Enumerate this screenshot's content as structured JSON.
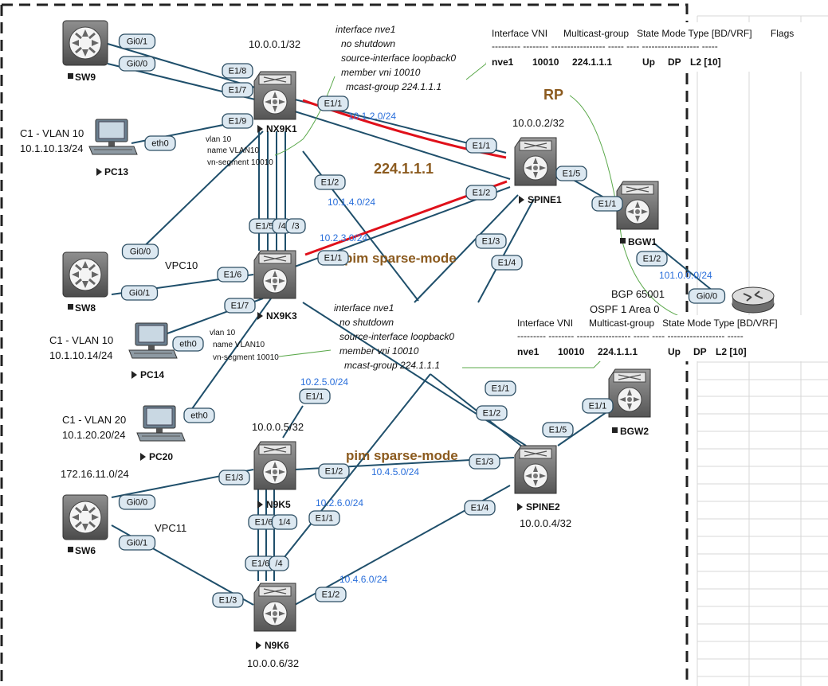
{
  "nodes": {
    "sw9": "SW9",
    "sw8": "SW8",
    "sw6": "SW6",
    "nx9k1": "NX9K1",
    "nx9k3": "NX9K3",
    "n9k5": "N9K5",
    "n9k6": "N9K6",
    "spine1": "SPINE1",
    "spine2": "SPINE2",
    "bgw1": "BGW1",
    "bgw2": "BGW2",
    "pc13": "PC13",
    "pc14": "PC14",
    "pc20": "PC20"
  },
  "loopbacks": {
    "nx9k1": "10.0.0.1/32",
    "spine1": "10.0.0.2/32",
    "n9k5": "10.0.0.5/32",
    "spine2": "10.0.0.4/32",
    "n9k6": "10.0.0.6/32"
  },
  "hosts": {
    "pc13_vlan": "C1 - VLAN 10",
    "pc13_ip": "10.1.10.13/24",
    "pc14_vlan": "C1 - VLAN 10",
    "pc14_ip": "10.1.10.14/24",
    "pc20_vlan": "C1 - VLAN 20",
    "pc20_ip": "10.1.20.20/24",
    "sw6_net": "172.16.11.0/24"
  },
  "subnets": {
    "s_10_1_2": "10.1.2.0/24",
    "s_10_1_4": "10.1.4.0/24",
    "s_10_2_3": "10.2.3.0/24",
    "s_10_2_5": "10.2.5.0/24",
    "s_10_4_5": "10.4.5.0/24",
    "s_10_2_6": "10.2.6.0/24",
    "s_10_4_6": "10.4.6.0/24",
    "s_101": "101.0.0.0/24"
  },
  "labels": {
    "vpc10": "VPC10",
    "vpc11": "VPC11",
    "rp": "RP",
    "mcast": "224.1.1.1",
    "pim1": "pim sparse-mode",
    "pim2": "pim sparse-mode",
    "bgp": "BGP 65001",
    "ospf": "OSPF 1 Area 0"
  },
  "config_nx9k1": [
    "interface nve1",
    "no shutdown",
    "source-interface loopback0",
    "member vni 10010",
    "mcast-group 224.1.1.1"
  ],
  "config_nx9k3": [
    "interface nve1",
    "no shutdown",
    "source-interface loopback0",
    "member vni 10010",
    "mcast-group 224.1.1.1"
  ],
  "vlan_nx9k1": [
    "vlan 10",
    "name VLAN10",
    "vn-segment 10010"
  ],
  "vlan_nx9k3": [
    "vlan 10",
    "name VLAN10",
    "vn-segment 10010"
  ],
  "nve_table_top": {
    "header": "Interface VNI      Multicast-group   State Mode Type [BD/VRF]       Flags",
    "dashes": "--------- -------- ----------------- ----- ---- ------------------ -----",
    "row": [
      "nve1",
      "10010",
      "224.1.1.1",
      "Up",
      "DP",
      "L2 [10]"
    ]
  },
  "nve_table_bottom": {
    "header": "Interface VNI      Multicast-group   State Mode Type [BD/VRF]",
    "dashes": "--------- -------- ----------------- ----- ---- ------------------ -----",
    "row": [
      "nve1",
      "10010",
      "224.1.1.1",
      "Up",
      "DP",
      "L2 [10]"
    ]
  },
  "ports": {
    "sw9_gi01": "Gi0/1",
    "sw9_gi00": "Gi0/0",
    "nx9k1_e18": "E1/8",
    "nx9k1_e17": "E1/7",
    "nx9k1_e19": "E1/9",
    "pc13_eth0": "eth0",
    "nx9k1_e11": "E1/1",
    "nx9k1_e12": "E1/2",
    "spine1_e11": "E1/1",
    "spine1_e12": "E1/2",
    "spine1_e15": "E1/5",
    "spine1_e13": "E1/3",
    "spine1_e14": "E1/4",
    "bgw1_e11": "E1/1",
    "bgw1_e12": "E1/2",
    "rtr_gi00": "Gi0/0",
    "nx9k3_e15": "E1/5",
    "nx9k3_e14": "/4",
    "nx9k3_e13": "/3",
    "nx9k3_e11": "E1/1",
    "nx9k3_e16": "E1/6",
    "nx9k3_e17": "E1/7",
    "sw8_gi00": "Gi0/0",
    "sw8_gi01": "Gi0/1",
    "pc14_eth0": "eth0",
    "pc20_eth0": "eth0",
    "n9k5_e11": "E1/1",
    "n9k5_e12": "E1/2",
    "n9k5_e13": "E1/3",
    "spine2_e11": "E1/1",
    "spine2_e12": "E1/2",
    "spine2_e13": "E1/3",
    "spine2_e14": "E1/4",
    "spine2_e15": "E1/5",
    "bgw2_e11": "E1/1",
    "sw6_gi00": "Gi0/0",
    "sw6_gi01": "Gi0/1",
    "n9k5_e16": "E1/6",
    "n9k5_e14": "1/4",
    "n9k6_e11": "E1/1",
    "n9k6_e16": "E1/6",
    "n9k6_e14": "/4",
    "n9k6_e13": "E1/3",
    "n9k6_e12": "E1/2"
  }
}
